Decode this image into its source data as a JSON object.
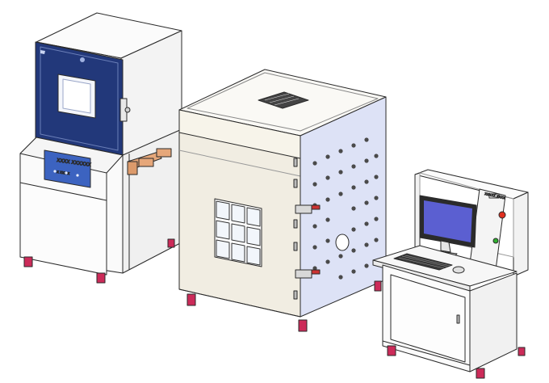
{
  "colors": {
    "outline": "#2a2a2a",
    "body_white": "#fafafa",
    "body_cream": "#f1ede2",
    "door_blue": "#22387a",
    "panel_blue": "#3c63c0",
    "side_lavender": "#dde2f6",
    "copper": "#e6a77a",
    "screen_blue": "#5b5fd1",
    "lamp_red": "#e03020",
    "lamp_green": "#30b030",
    "caster": "#cc2b59"
  },
  "left_unit": {
    "panel_text": "XXXX  XXXXXX",
    "panel_sub": "X  XXX  X"
  },
  "console": {
    "header_text": "XXXXX  XXXX"
  }
}
